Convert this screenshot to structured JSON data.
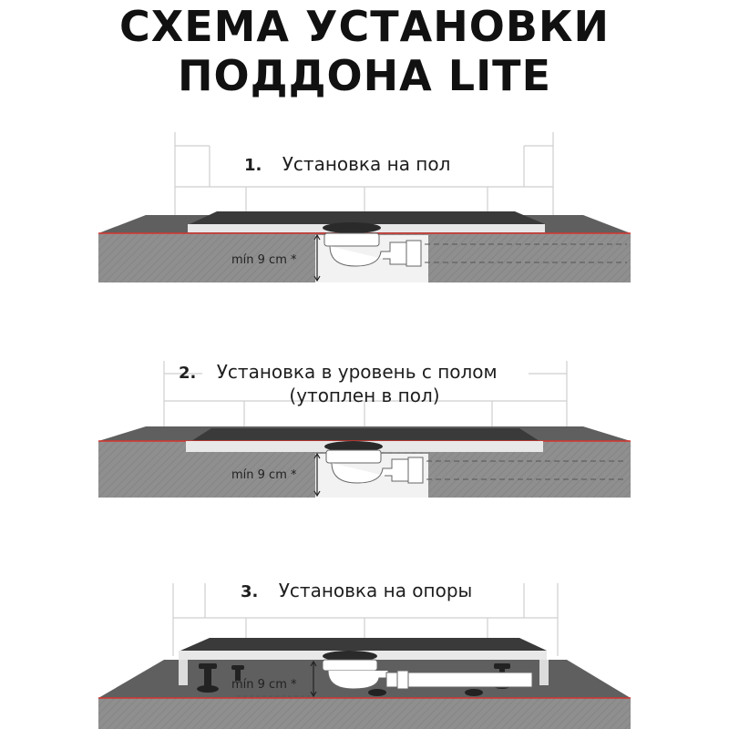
{
  "title": {
    "line1": "СХЕМА УСТАНОВКИ",
    "line2": "ПОДДОНА LITE"
  },
  "steps": [
    {
      "number": "1.",
      "label": "Установка на пол",
      "min_label": "mín 9 cm *"
    },
    {
      "number": "2.",
      "label": "Установка в уровень с полом",
      "sublabel": "(утоплен в пол)",
      "min_label": "mín 9 cm *"
    },
    {
      "number": "3.",
      "label": "Установка на опоры",
      "min_label": "mín 9 cm *"
    }
  ],
  "colors": {
    "tray_top": "#3c3c3c",
    "tray_edge": "#e6e6e6",
    "floor": "#8d8d8d",
    "floor_top": "#5e5e5e",
    "accent_line": "#d6332e",
    "tile_line": "#cccccc"
  }
}
